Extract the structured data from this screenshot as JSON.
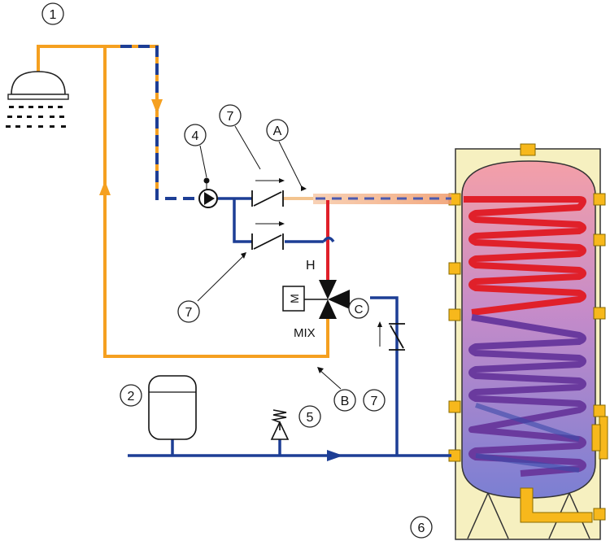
{
  "labels": {
    "shower_num": "1",
    "expansion_num": "2",
    "pump_num": "4",
    "safety_valve_num": "5",
    "tank_num": "6",
    "check_valve_top_num": "7",
    "check_valve_lower_num": "7",
    "check_valve_right_num": "7",
    "point_a": "A",
    "point_b": "B",
    "point_c": "C",
    "mixer_hot": "H",
    "mixer_mix": "MIX",
    "motor": "M"
  },
  "colors": {
    "cold": "#1d3e95",
    "mixed": "#f5a020",
    "hot": "#e0202a",
    "tank_frame": "#f6f0c0",
    "connector": "#f7b81c"
  }
}
